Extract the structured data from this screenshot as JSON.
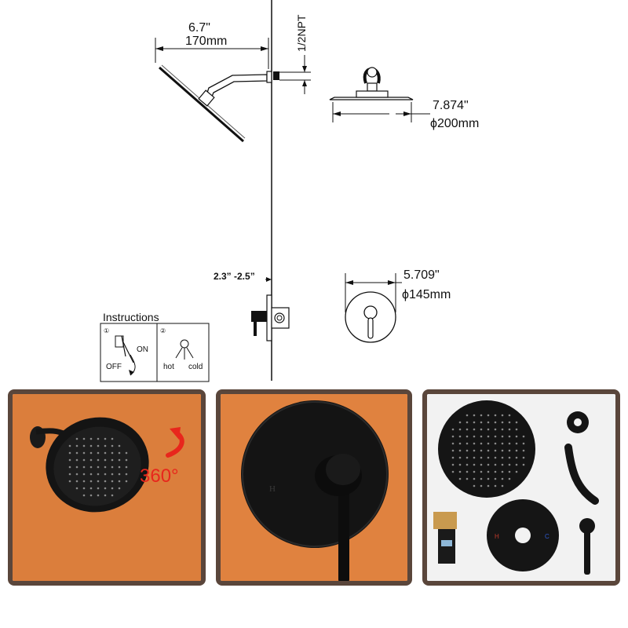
{
  "dimensions": {
    "arm_length_in": "6.7\"",
    "arm_length_mm": "170mm",
    "thread": "1/2NPT",
    "head_diameter_in": "7.874\"",
    "head_diameter_mm": "ϕ200mm",
    "depth_range": "2.3” -2.5”",
    "plate_diameter_in": "5.709\"",
    "plate_diameter_mm": "ϕ145mm"
  },
  "instructions": {
    "title": "Instructions",
    "step1_num": "①",
    "step2_num": "②",
    "on_label": "ON",
    "off_label": "OFF",
    "hot_label": "hot",
    "cold_label": "cold"
  },
  "photos": {
    "rotation_label": "360°",
    "hot_marker": "H",
    "cold_marker": "C"
  },
  "colors": {
    "frame": "#5a463b",
    "wall": "#e0823f",
    "fixture": "#151515",
    "accent_red": "#e8261c"
  }
}
